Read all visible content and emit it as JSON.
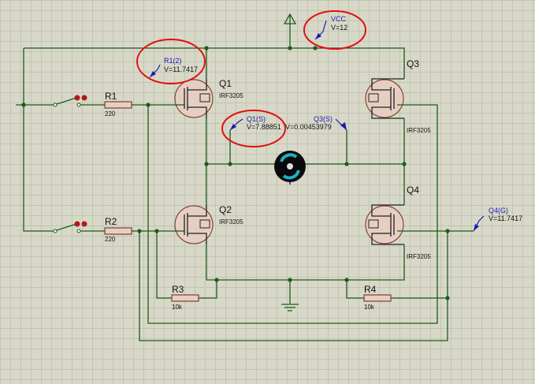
{
  "schematic": {
    "transistors": [
      {
        "ref": "Q1",
        "model": "IRF3205"
      },
      {
        "ref": "Q2",
        "model": "IRF3205"
      },
      {
        "ref": "Q3",
        "model": "IRF3205"
      },
      {
        "ref": "Q4",
        "model": "IRF3205"
      }
    ],
    "resistors": [
      {
        "ref": "R1",
        "value": "220"
      },
      {
        "ref": "R2",
        "value": "220"
      },
      {
        "ref": "R3",
        "value": "10k"
      },
      {
        "ref": "R4",
        "value": "10k"
      }
    ],
    "probes": [
      {
        "name": "R1(2)",
        "reading": "V=11.7417",
        "highlighted": true
      },
      {
        "name": "VCC",
        "reading": "V=12",
        "highlighted": true
      },
      {
        "name": "Q1(S)",
        "reading": "V=7.88851",
        "highlighted": true
      },
      {
        "name": "Q3(S)",
        "reading": "V=0.00453979",
        "highlighted": false
      },
      {
        "name": "Q4(G)",
        "reading": "V=11.7417",
        "highlighted": false
      }
    ],
    "colors": {
      "background": "#d8d8c8",
      "grid": "#c4c4b4",
      "wire": "#1a5c1a",
      "probe": "#1a1ab0",
      "highlight": "#e01010",
      "component_fill": "#e6cfc2"
    }
  }
}
